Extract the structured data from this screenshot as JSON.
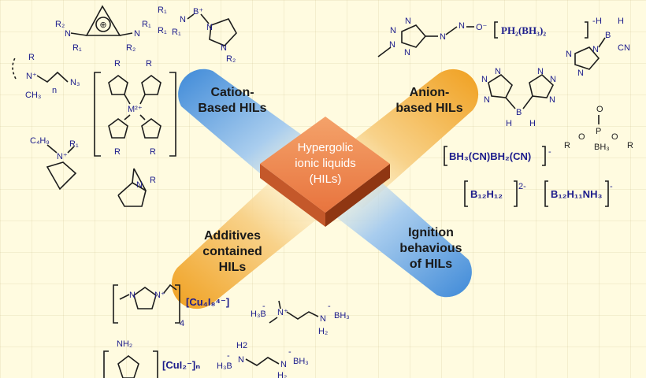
{
  "center": {
    "lines": [
      "Hypergolic",
      "ionic liquids",
      "(HILs)"
    ]
  },
  "categories": {
    "cation": [
      "Cation-",
      "Based HILs"
    ],
    "anion": [
      "Anion-",
      "based HILs"
    ],
    "additive": [
      "Additives",
      "contained",
      "HILs"
    ],
    "ignition": [
      "Ignition",
      "behavious",
      "of HILs"
    ]
  },
  "formulas": {
    "ph2bh3": "PH₂(BH₃)₂",
    "ph2bh3_charge": "-",
    "bh3cn": "BH₃(CN)BH₂(CN)",
    "bh3cn_charge": "-",
    "b12h12": "B₁₂H₁₂",
    "b12h12_charge": "2-",
    "b12h11": "B₁₂H₁₁NH₃",
    "b12h11_charge": "-",
    "cu4i8": "[Cu₄I₈⁴⁻]",
    "cui2": "[CuI₂⁻]ₙ",
    "subscript_4": "4"
  },
  "atoms": {
    "R": "R",
    "R1": "R₁",
    "R2": "R₂",
    "N": "N",
    "Nplus": "N⁺",
    "B": "B",
    "Bplus": "B⁺",
    "H": "H",
    "CN": "CN",
    "O": "O",
    "Ominus": "O⁻",
    "P": "P",
    "BH3": "BH₃",
    "H3B": "H₃B",
    "H2": "H2",
    "H2sub": "H₂",
    "N3": "N₃",
    "CH3": "CH₃",
    "C4H9": "C₄H₉",
    "n": "n",
    "M2plus": "M²⁺",
    "NH2": "NH₂",
    "oplus": "⊕",
    "minus": "-",
    "plus": "+"
  },
  "colors": {
    "blue_band": "#4a90d9",
    "orange_band": "#f0a020",
    "center_top": "#f0905a",
    "center_side": "#a4431a",
    "formula": "#1c1c8c"
  }
}
